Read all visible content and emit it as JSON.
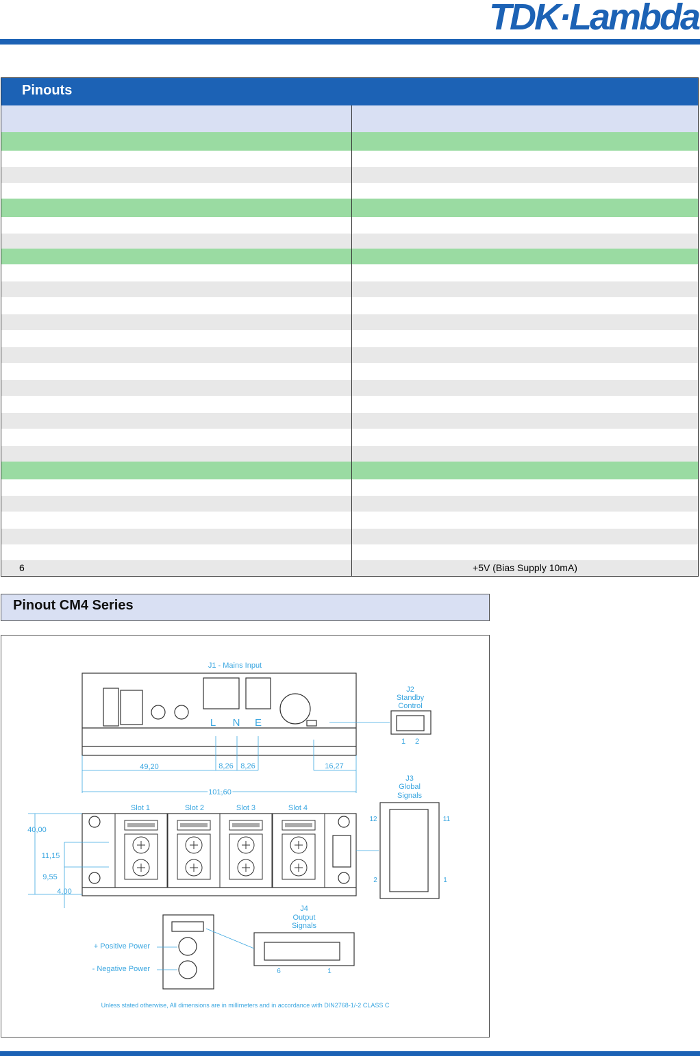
{
  "brand": {
    "logo": "TDK·Lambda"
  },
  "pinouts": {
    "title": "Pinouts",
    "rows": [
      {
        "type": "sub",
        "h": 39,
        "pin": "",
        "function": ""
      },
      {
        "type": "g",
        "h": 27,
        "pin": "",
        "function": ""
      },
      {
        "type": "w",
        "h": 24,
        "pin": "",
        "function": ""
      },
      {
        "type": "y",
        "h": 23,
        "pin": "",
        "function": ""
      },
      {
        "type": "w",
        "h": 23,
        "pin": "",
        "function": ""
      },
      {
        "type": "g",
        "h": 27,
        "pin": "",
        "function": ""
      },
      {
        "type": "w",
        "h": 24,
        "pin": "",
        "function": ""
      },
      {
        "type": "y",
        "h": 22,
        "pin": "",
        "function": ""
      },
      {
        "type": "g",
        "h": 23,
        "pin": "",
        "function": ""
      },
      {
        "type": "w",
        "h": 25,
        "pin": "",
        "function": ""
      },
      {
        "type": "y",
        "h": 23,
        "pin": "",
        "function": ""
      },
      {
        "type": "w",
        "h": 25,
        "pin": "",
        "function": ""
      },
      {
        "type": "y",
        "h": 23,
        "pin": "",
        "function": ""
      },
      {
        "type": "w",
        "h": 25,
        "pin": "",
        "function": ""
      },
      {
        "type": "y",
        "h": 23,
        "pin": "",
        "function": ""
      },
      {
        "type": "w",
        "h": 25,
        "pin": "",
        "function": ""
      },
      {
        "type": "y",
        "h": 23,
        "pin": "",
        "function": ""
      },
      {
        "type": "w",
        "h": 25,
        "pin": "",
        "function": ""
      },
      {
        "type": "y",
        "h": 23,
        "pin": "",
        "function": ""
      },
      {
        "type": "w",
        "h": 25,
        "pin": "",
        "function": ""
      },
      {
        "type": "y",
        "h": 23,
        "pin": "",
        "function": ""
      },
      {
        "type": "g",
        "h": 26,
        "pin": "",
        "function": ""
      },
      {
        "type": "w",
        "h": 24,
        "pin": "",
        "function": ""
      },
      {
        "type": "y",
        "h": 23,
        "pin": "",
        "function": ""
      },
      {
        "type": "w",
        "h": 25,
        "pin": "",
        "function": ""
      },
      {
        "type": "y",
        "h": 23,
        "pin": "",
        "function": ""
      },
      {
        "type": "w",
        "h": 23,
        "pin": "",
        "function": ""
      },
      {
        "type": "y",
        "h": 23,
        "pin": "6",
        "function": "+5V (Bias Supply 10mA)"
      }
    ]
  },
  "cm4": {
    "title": "Pinout CM4 Series",
    "j1": "J1 - Mains Input",
    "l": "L",
    "n": "N",
    "e": "E",
    "j2": [
      "J2",
      "Standby",
      "Control"
    ],
    "j2_pins": [
      "1",
      "2"
    ],
    "dims": {
      "a": "49,20",
      "b": "8,26",
      "c": "8,26",
      "d": "16,27",
      "total": "101,60",
      "h1": "40,00",
      "h2": "11,15",
      "h3": "9,55",
      "h4": "4,00"
    },
    "slots": [
      "Slot 1",
      "Slot 2",
      "Slot 3",
      "Slot 4"
    ],
    "j3": [
      "J3",
      "Global",
      "Signals"
    ],
    "j3_pins": [
      "12",
      "11",
      "2",
      "1"
    ],
    "j4": [
      "J4",
      "Output",
      "Signals"
    ],
    "j4_pins": [
      "6",
      "1"
    ],
    "pos": "+ Positive Power",
    "neg": "- Negative Power",
    "note": "Unless stated otherwise, All dimensions are in millimeters and in accordance with DIN2768-1/-2 CLASS C"
  }
}
